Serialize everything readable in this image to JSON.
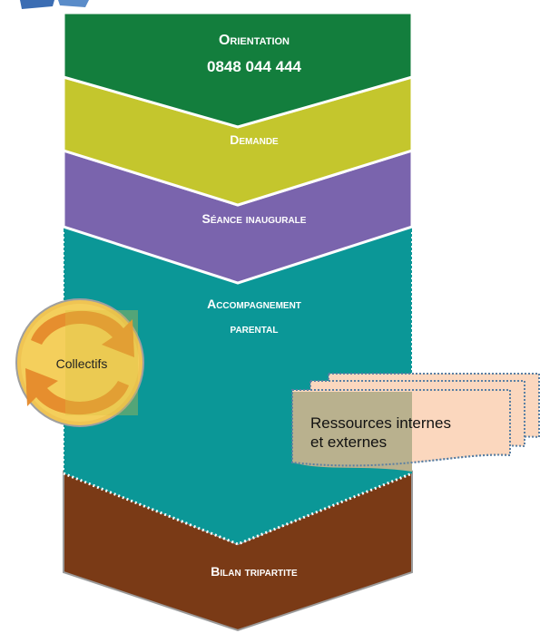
{
  "steps": {
    "orientation": {
      "label": "Orientation",
      "phone": "0848 044 444"
    },
    "demande": {
      "label": "Demande"
    },
    "seance": {
      "label": "Séance inaugurale"
    },
    "accompagnement": {
      "label_line1": "Accompagnement",
      "label_line2": "parental"
    },
    "bilan": {
      "label": "Bilan tripartite"
    }
  },
  "side": {
    "collectifs": "Collectifs",
    "ressources_line1": "Ressources internes",
    "ressources_line2": "et externes"
  },
  "colors": {
    "orientation": "#137e3d",
    "demande": "#c4c62d",
    "seance": "#7a64ad",
    "accompagnement": "#0b9797",
    "bilan": "#7a3a16",
    "collectifs_circle": "#f0c453",
    "arrows": "#e58a2b",
    "ressources": "#fbd7be"
  }
}
